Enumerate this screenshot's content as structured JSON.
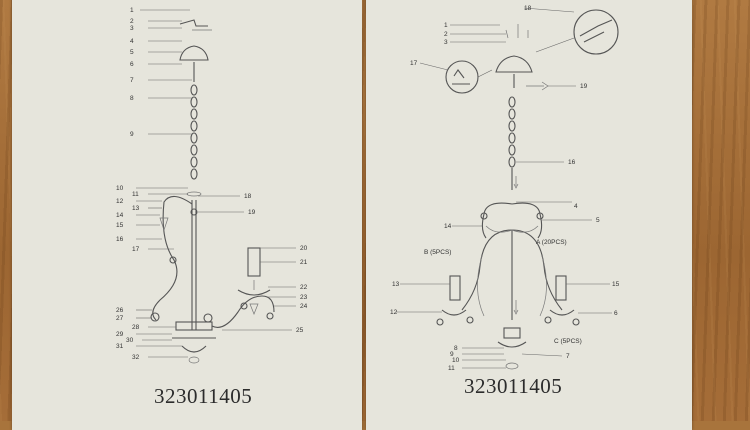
{
  "left_sheet": {
    "model_number": "323011405",
    "callouts": [
      "1",
      "2",
      "3",
      "4",
      "5",
      "6",
      "7",
      "8",
      "9",
      "10",
      "11",
      "12",
      "13",
      "14",
      "15",
      "16",
      "17",
      "18",
      "19",
      "20",
      "21",
      "22",
      "23",
      "24",
      "25",
      "26",
      "27",
      "28",
      "29",
      "30",
      "31",
      "32"
    ]
  },
  "right_sheet": {
    "model_number": "323011405",
    "callouts": [
      "1",
      "2",
      "3",
      "4",
      "5",
      "6",
      "7",
      "8",
      "9",
      "10",
      "11",
      "12",
      "13",
      "14",
      "15",
      "16",
      "17",
      "18",
      "19"
    ],
    "labels": {
      "a": "A (20PCS)",
      "b": "B (5PCS)",
      "c": "C (5PCS)"
    }
  }
}
